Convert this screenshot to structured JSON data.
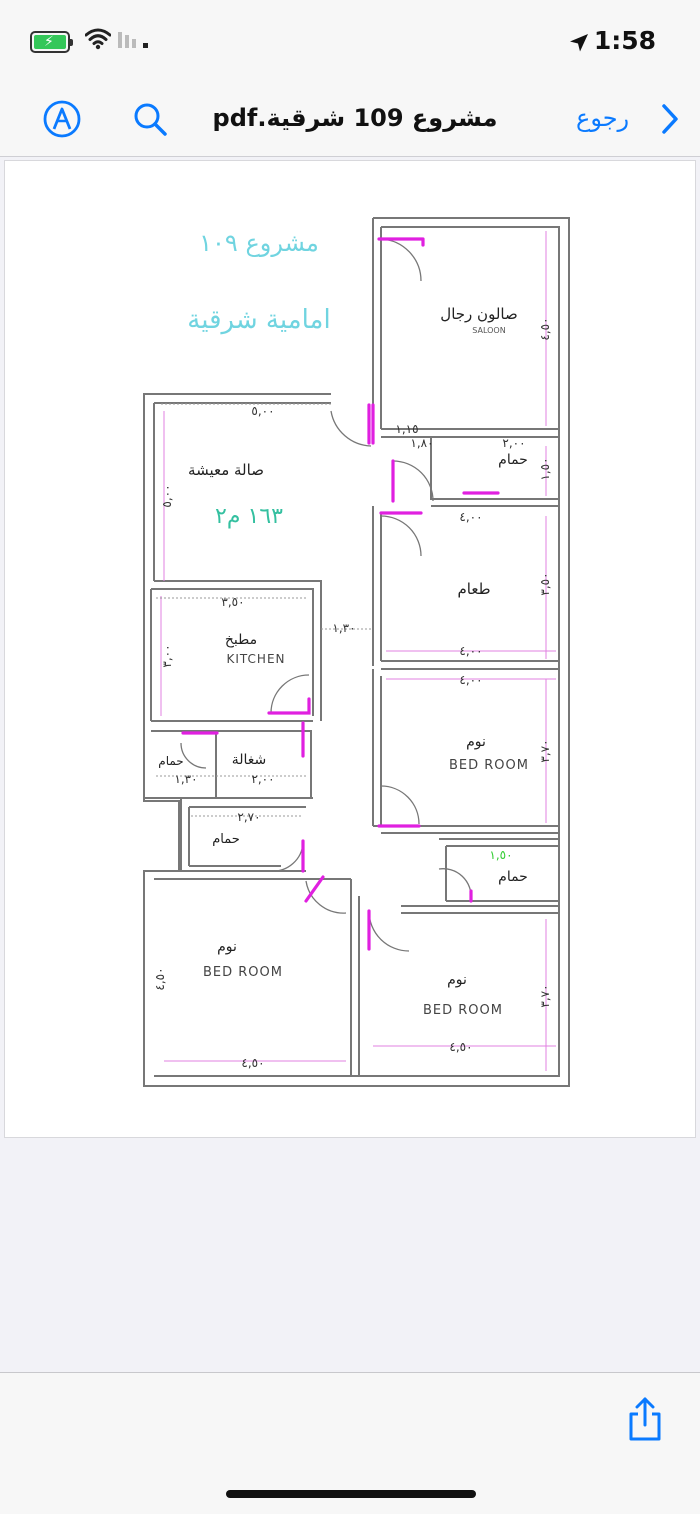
{
  "status_bar": {
    "time": "1:58"
  },
  "nav": {
    "back_label": "رجوع",
    "title": "مشروع 109 شرقية.pdf"
  },
  "plan": {
    "project_title": "مشروع ١٠٩",
    "orientation": "امامية شرقية",
    "area": "١٦٣ م٢",
    "rooms": {
      "majlis": "صالون رجال",
      "majlis_en": "SALOON",
      "living": "صالة معيشة",
      "dining": "طعام",
      "kitchen": "مطبخ",
      "kitchen_en": "KITCHEN",
      "bedroom": "نوم",
      "bedroom_en": "BED ROOM",
      "bath": "حمام",
      "laundry": "شغالة"
    },
    "dims": {
      "d_5_00": "٥,٠٠",
      "d_4_50": "٤,٥٠",
      "d_1_15": "١,١٥",
      "d_1_80": "١,٨٠",
      "d_2_00": "٢,٠٠",
      "d_1_50": "١,٥٠",
      "d_4_00": "٤,٠٠",
      "d_3_50": "٣,٥٠",
      "d_1_30": "١,٣٠",
      "d_3_00": "٣,٠٠",
      "d_3_70": "٣,٧٠",
      "d_2_70": "٢,٧٠"
    }
  }
}
